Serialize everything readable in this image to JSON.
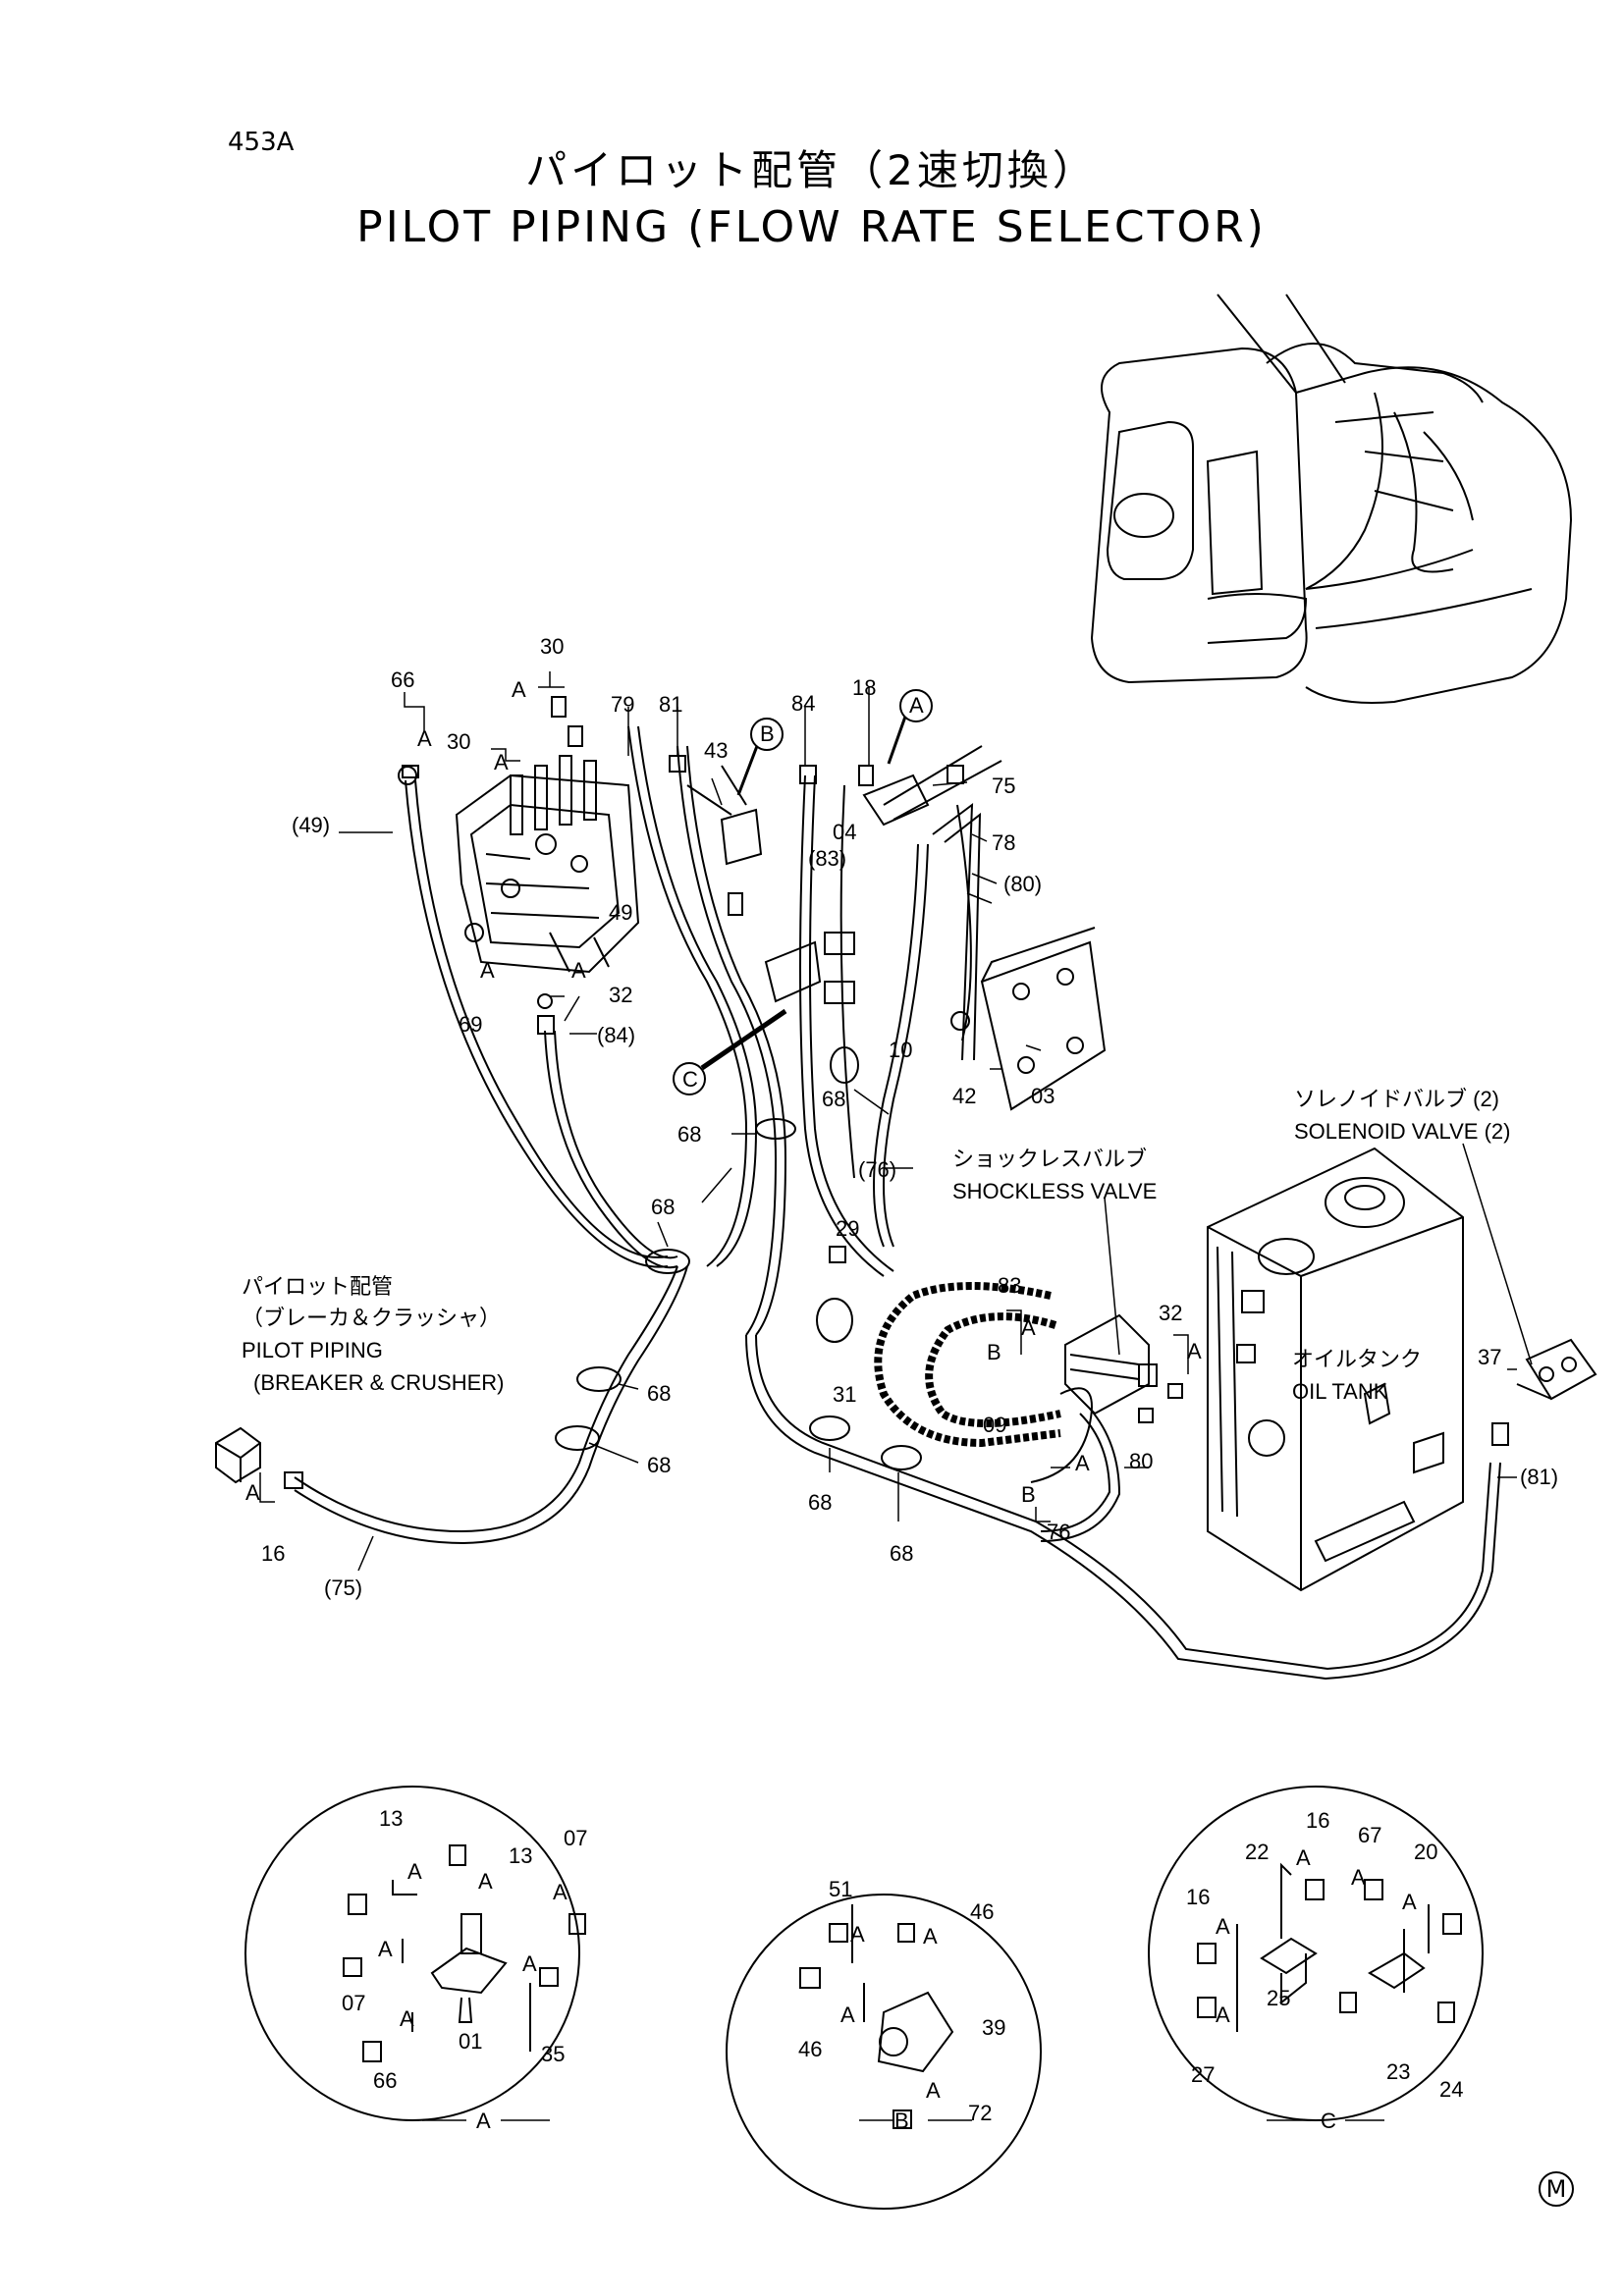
{
  "header": {
    "page_id": "453A",
    "title_jp": "パイロット配管（2速切換）",
    "title_en": "PILOT PIPING (FLOW RATE SELECTOR)"
  },
  "callouts": {
    "p30a": "30",
    "p30b": "30",
    "pA1": "A",
    "pA2": "A",
    "p66": "66",
    "pA3": "A",
    "p49": "(49)",
    "p79": "79",
    "p81": "81",
    "p43": "43",
    "pB": "B",
    "p84": "84",
    "p18": "18",
    "pAc": "A",
    "p75": "75",
    "p04": "04",
    "p83": "(83)",
    "p78": "78",
    "p80": "(80)",
    "p49b": "49",
    "pA4": "A",
    "pA5": "A",
    "p32": "32",
    "p69": "69",
    "p84b": "(84)",
    "p42": "42",
    "p03": "03",
    "p10": "10",
    "pC": "C",
    "p68a": "68",
    "p68b": "68",
    "p76": "(76)",
    "p68c": "68",
    "p29": "29",
    "p31": "31",
    "p83b": "83",
    "pA6": "A",
    "pB2": "B",
    "p09": "09",
    "pA7": "A",
    "pB3": "B",
    "p76b": "76",
    "p32b": "32",
    "pA8": "A",
    "p80b": "80",
    "p37": "37",
    "p81b": "(81)",
    "p68d": "68",
    "p68e": "68",
    "p68f": "68",
    "p68g": "68",
    "pA9": "A",
    "p16": "16",
    "p75b": "(75)"
  },
  "labels": {
    "solenoid_jp": "ソレノイドバルブ (2)",
    "solenoid_en": "SOLENOID VALVE (2)",
    "shockless_jp": "ショックレスバルブ",
    "shockless_en": "SHOCKLESS VALVE",
    "oiltank_jp": "オイルタンク",
    "oiltank_en": "OIL TANK",
    "pilot_jp": "パイロット配管",
    "pilot_jp2": "（ブレーカ＆クラッシャ）",
    "pilot_en": "PILOT PIPING",
    "pilot_en2": "(BREAKER & CRUSHER)"
  },
  "detail_a": {
    "caption": "A",
    "n13a": "13",
    "n13b": "13",
    "n07a": "07",
    "n07b": "07",
    "n35": "35",
    "n01": "01",
    "n66": "66",
    "a1": "A",
    "a2": "A",
    "a3": "A",
    "a4": "A",
    "a5": "A",
    "a6": "A"
  },
  "detail_b": {
    "caption": "B",
    "n51": "51",
    "n46a": "46",
    "n46b": "46",
    "n39": "39",
    "n72": "72",
    "a1": "A",
    "a2": "A",
    "a3": "A",
    "a4": "A"
  },
  "detail_c": {
    "caption": "C",
    "n16a": "16",
    "n16b": "16",
    "n67": "67",
    "n22": "22",
    "n20": "20",
    "n25": "25",
    "n27": "27",
    "n23": "23",
    "n24": "24",
    "a1": "A",
    "a2": "A",
    "a3": "A",
    "a4": "A",
    "a5": "A"
  },
  "footer": {
    "mark": "M"
  }
}
